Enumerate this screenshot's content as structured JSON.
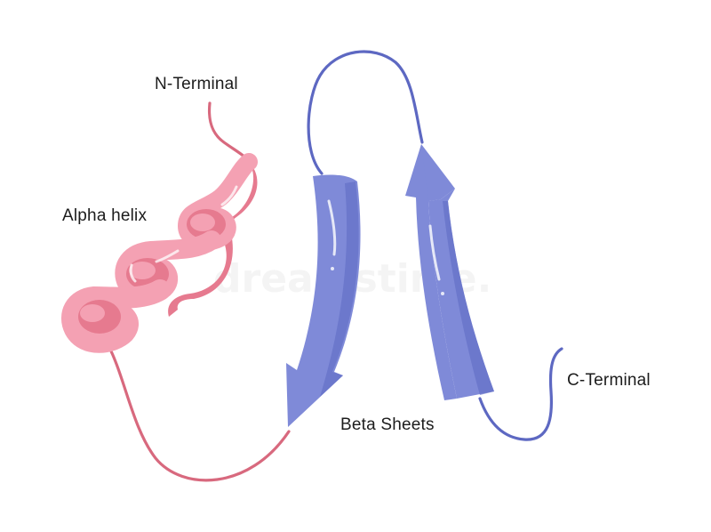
{
  "labels": {
    "n_terminal": "N-Terminal",
    "alpha_helix": "Alpha helix",
    "beta_sheets": "Beta Sheets",
    "c_terminal": "C-Terminal"
  },
  "watermark": "dreamstime.",
  "colors": {
    "helix_light": "#f4a1b3",
    "helix_dark": "#e67a8f",
    "helix_tail": "#d8697e",
    "sheet_fill": "#7f8ad8",
    "sheet_dark": "#6470c8",
    "loop": "#5d68c2",
    "text": "#1c1c1c",
    "background": "#ffffff"
  }
}
